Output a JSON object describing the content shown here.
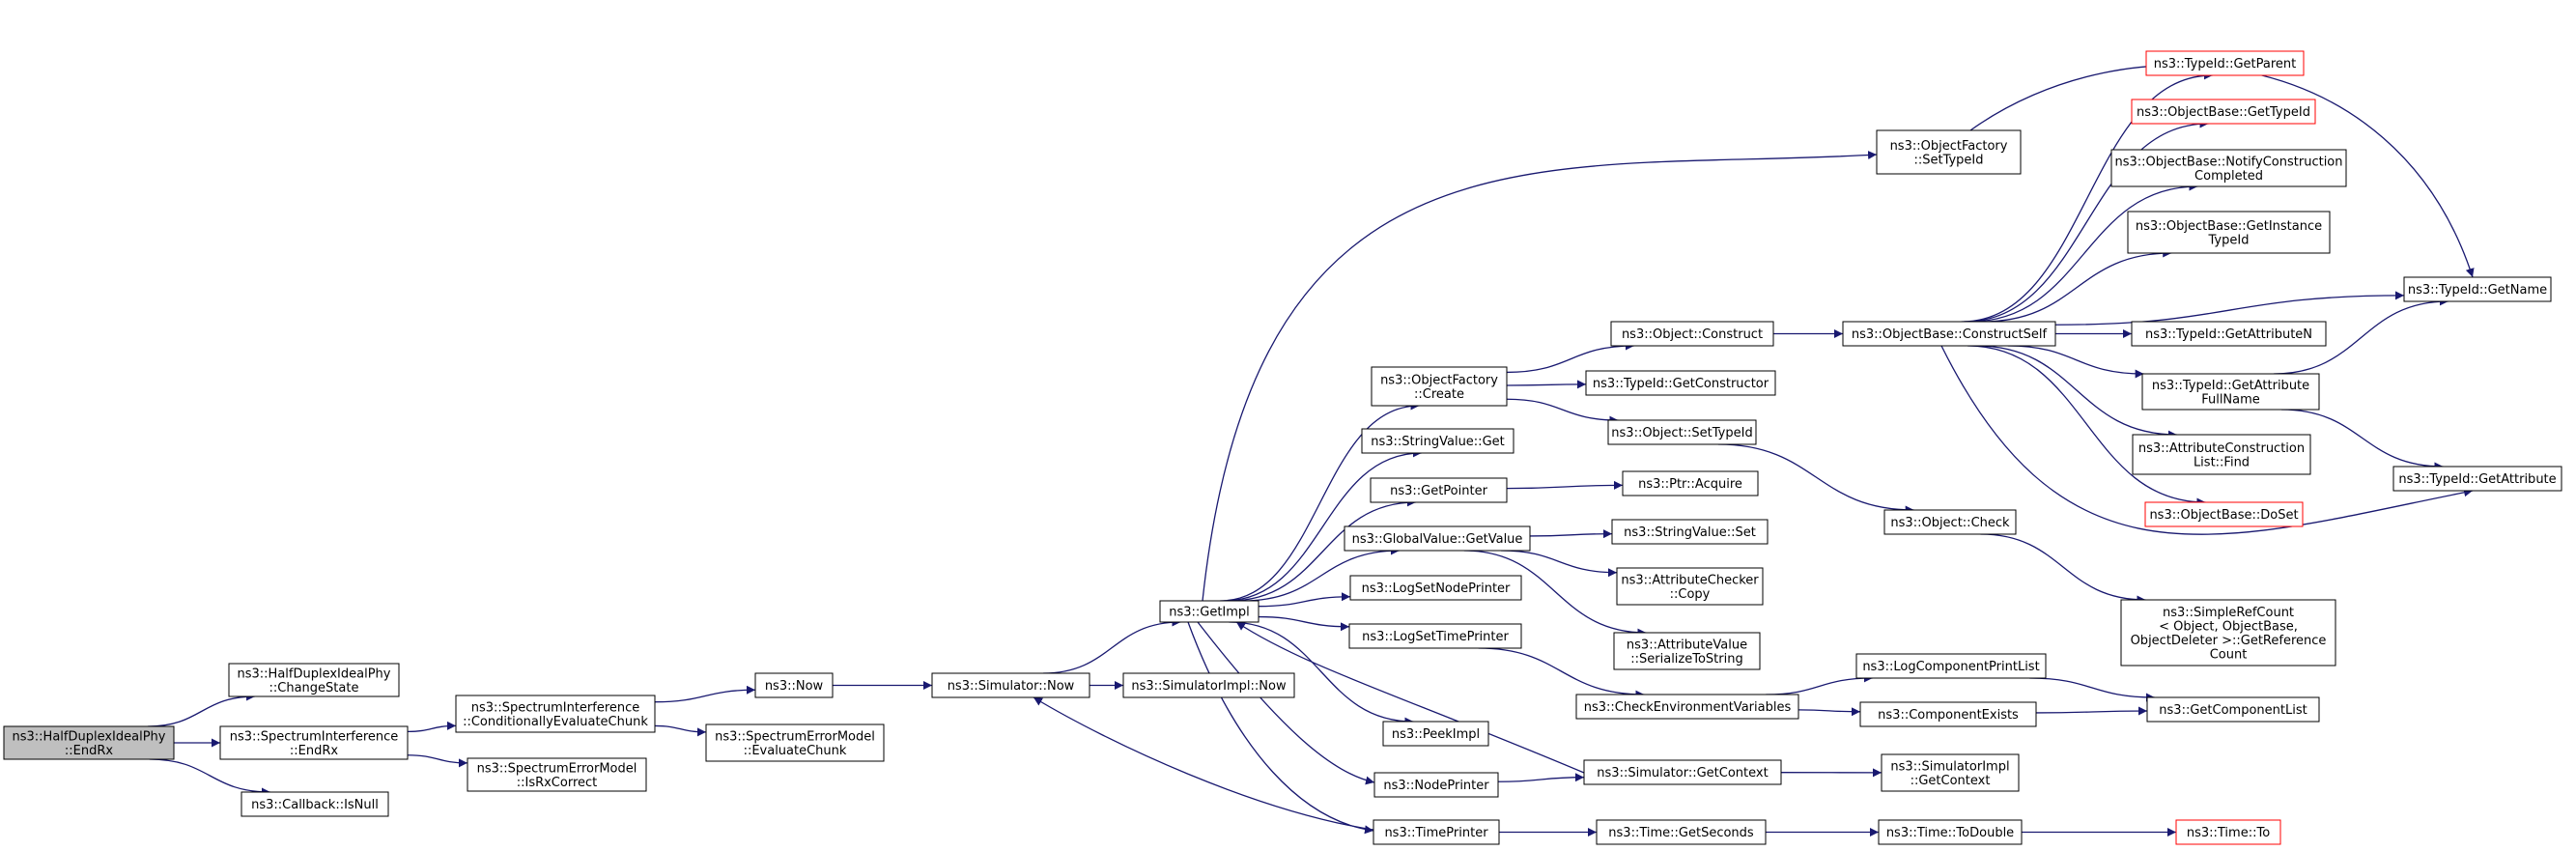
{
  "colors": {
    "edge": "#191970",
    "node_border": "#000000",
    "node_fill": "#ffffff",
    "root_fill": "#bfbfbf",
    "truncated_border": "#ff0000"
  },
  "nodes": [
    {
      "id": "n0",
      "lines": [
        "ns3::HalfDuplexIdealPhy",
        "::EndRx"
      ],
      "style": "root"
    },
    {
      "id": "n1",
      "lines": [
        "ns3::HalfDuplexIdealPhy",
        "::ChangeState"
      ]
    },
    {
      "id": "n2",
      "lines": [
        "ns3::SpectrumInterference",
        "::EndRx"
      ]
    },
    {
      "id": "n3",
      "lines": [
        "ns3::Callback::IsNull"
      ]
    },
    {
      "id": "n4",
      "lines": [
        "ns3::SpectrumInterference",
        "::ConditionallyEvaluateChunk"
      ]
    },
    {
      "id": "n5",
      "lines": [
        "ns3::SpectrumErrorModel",
        "::IsRxCorrect"
      ]
    },
    {
      "id": "n6",
      "lines": [
        "ns3::Now"
      ]
    },
    {
      "id": "n7",
      "lines": [
        "ns3::SpectrumErrorModel",
        "::EvaluateChunk"
      ]
    },
    {
      "id": "n8",
      "lines": [
        "ns3::Simulator::Now"
      ]
    },
    {
      "id": "n9",
      "lines": [
        "ns3::SimulatorImpl::Now"
      ]
    },
    {
      "id": "n10",
      "lines": [
        "ns3::GetImpl"
      ]
    },
    {
      "id": "n11",
      "lines": [
        "ns3::ObjectFactory",
        "::SetTypeId"
      ]
    },
    {
      "id": "n12",
      "lines": [
        "ns3::ObjectFactory",
        "::Create"
      ]
    },
    {
      "id": "n13",
      "lines": [
        "ns3::StringValue::Get"
      ]
    },
    {
      "id": "n14",
      "lines": [
        "ns3::GetPointer"
      ]
    },
    {
      "id": "n15",
      "lines": [
        "ns3::GlobalValue::GetValue"
      ]
    },
    {
      "id": "n16",
      "lines": [
        "ns3::LogSetNodePrinter"
      ]
    },
    {
      "id": "n17",
      "lines": [
        "ns3::LogSetTimePrinter"
      ]
    },
    {
      "id": "n18",
      "lines": [
        "ns3::PeekImpl"
      ]
    },
    {
      "id": "n19",
      "lines": [
        "ns3::NodePrinter"
      ]
    },
    {
      "id": "n20",
      "lines": [
        "ns3::TimePrinter"
      ]
    },
    {
      "id": "n21",
      "lines": [
        "ns3::Object::Construct"
      ]
    },
    {
      "id": "n22",
      "lines": [
        "ns3::TypeId::GetConstructor"
      ]
    },
    {
      "id": "n23",
      "lines": [
        "ns3::Object::SetTypeId"
      ]
    },
    {
      "id": "n24",
      "lines": [
        "ns3::Ptr::Acquire"
      ]
    },
    {
      "id": "n25",
      "lines": [
        "ns3::StringValue::Set"
      ]
    },
    {
      "id": "n26",
      "lines": [
        "ns3::AttributeChecker",
        "::Copy"
      ]
    },
    {
      "id": "n27",
      "lines": [
        "ns3::AttributeValue",
        "::SerializeToString"
      ]
    },
    {
      "id": "n28",
      "lines": [
        "ns3::CheckEnvironmentVariables"
      ]
    },
    {
      "id": "n29",
      "lines": [
        "ns3::Simulator::GetContext"
      ]
    },
    {
      "id": "n30",
      "lines": [
        "ns3::Time::GetSeconds"
      ]
    },
    {
      "id": "n31",
      "lines": [
        "ns3::ObjectBase::ConstructSelf"
      ]
    },
    {
      "id": "n32",
      "lines": [
        "ns3::Object::Check"
      ]
    },
    {
      "id": "n33",
      "lines": [
        "ns3::LogComponentPrintList"
      ]
    },
    {
      "id": "n34",
      "lines": [
        "ns3::ComponentExists"
      ]
    },
    {
      "id": "n35",
      "lines": [
        "ns3::SimulatorImpl",
        "::GetContext"
      ]
    },
    {
      "id": "n36",
      "lines": [
        "ns3::Time::ToDouble"
      ]
    },
    {
      "id": "n37",
      "lines": [
        "ns3::TypeId::GetParent"
      ],
      "style": "truncated"
    },
    {
      "id": "n38",
      "lines": [
        "ns3::ObjectBase::GetTypeId"
      ],
      "style": "truncated"
    },
    {
      "id": "n39",
      "lines": [
        "ns3::ObjectBase::NotifyConstruction",
        "Completed"
      ]
    },
    {
      "id": "n40",
      "lines": [
        "ns3::ObjectBase::GetInstance",
        "TypeId"
      ]
    },
    {
      "id": "n41",
      "lines": [
        "ns3::TypeId::GetAttributeN"
      ]
    },
    {
      "id": "n42",
      "lines": [
        "ns3::TypeId::GetAttribute",
        "FullName"
      ]
    },
    {
      "id": "n43",
      "lines": [
        "ns3::AttributeConstruction",
        "List::Find"
      ]
    },
    {
      "id": "n44",
      "lines": [
        "ns3::ObjectBase::DoSet"
      ],
      "style": "truncated"
    },
    {
      "id": "n45",
      "lines": [
        "ns3::SimpleRefCount",
        "< Object, ObjectBase,",
        "ObjectDeleter >::GetReference",
        "Count"
      ]
    },
    {
      "id": "n46",
      "lines": [
        "ns3::GetComponentList"
      ]
    },
    {
      "id": "n47",
      "lines": [
        "ns3::Time::To"
      ],
      "style": "truncated"
    },
    {
      "id": "n48",
      "lines": [
        "ns3::TypeId::GetName"
      ]
    },
    {
      "id": "n49",
      "lines": [
        "ns3::TypeId::GetAttribute"
      ]
    }
  ],
  "edges": [
    [
      "n0",
      "n1"
    ],
    [
      "n0",
      "n2"
    ],
    [
      "n0",
      "n3"
    ],
    [
      "n2",
      "n4"
    ],
    [
      "n2",
      "n5"
    ],
    [
      "n4",
      "n6"
    ],
    [
      "n4",
      "n7"
    ],
    [
      "n6",
      "n8"
    ],
    [
      "n8",
      "n9"
    ],
    [
      "n8",
      "n10"
    ],
    [
      "n10",
      "n11"
    ],
    [
      "n10",
      "n12"
    ],
    [
      "n10",
      "n13"
    ],
    [
      "n10",
      "n14"
    ],
    [
      "n10",
      "n15"
    ],
    [
      "n10",
      "n16"
    ],
    [
      "n10",
      "n17"
    ],
    [
      "n10",
      "n18"
    ],
    [
      "n10",
      "n19"
    ],
    [
      "n10",
      "n20"
    ],
    [
      "n12",
      "n21"
    ],
    [
      "n12",
      "n22"
    ],
    [
      "n12",
      "n23"
    ],
    [
      "n14",
      "n24"
    ],
    [
      "n15",
      "n25"
    ],
    [
      "n15",
      "n26"
    ],
    [
      "n15",
      "n27"
    ],
    [
      "n17",
      "n28"
    ],
    [
      "n19",
      "n29"
    ],
    [
      "n20",
      "n30"
    ],
    [
      "n20",
      "n8"
    ],
    [
      "n21",
      "n31"
    ],
    [
      "n23",
      "n32"
    ],
    [
      "n28",
      "n33"
    ],
    [
      "n28",
      "n34"
    ],
    [
      "n29",
      "n35"
    ],
    [
      "n29",
      "n10"
    ],
    [
      "n30",
      "n36"
    ],
    [
      "n11",
      "n48"
    ],
    [
      "n31",
      "n37"
    ],
    [
      "n31",
      "n38"
    ],
    [
      "n31",
      "n39"
    ],
    [
      "n31",
      "n40"
    ],
    [
      "n31",
      "n48"
    ],
    [
      "n31",
      "n41"
    ],
    [
      "n31",
      "n42"
    ],
    [
      "n31",
      "n43"
    ],
    [
      "n31",
      "n44"
    ],
    [
      "n31",
      "n49"
    ],
    [
      "n42",
      "n48"
    ],
    [
      "n42",
      "n49"
    ],
    [
      "n32",
      "n45"
    ],
    [
      "n33",
      "n46"
    ],
    [
      "n34",
      "n46"
    ],
    [
      "n36",
      "n47"
    ]
  ]
}
